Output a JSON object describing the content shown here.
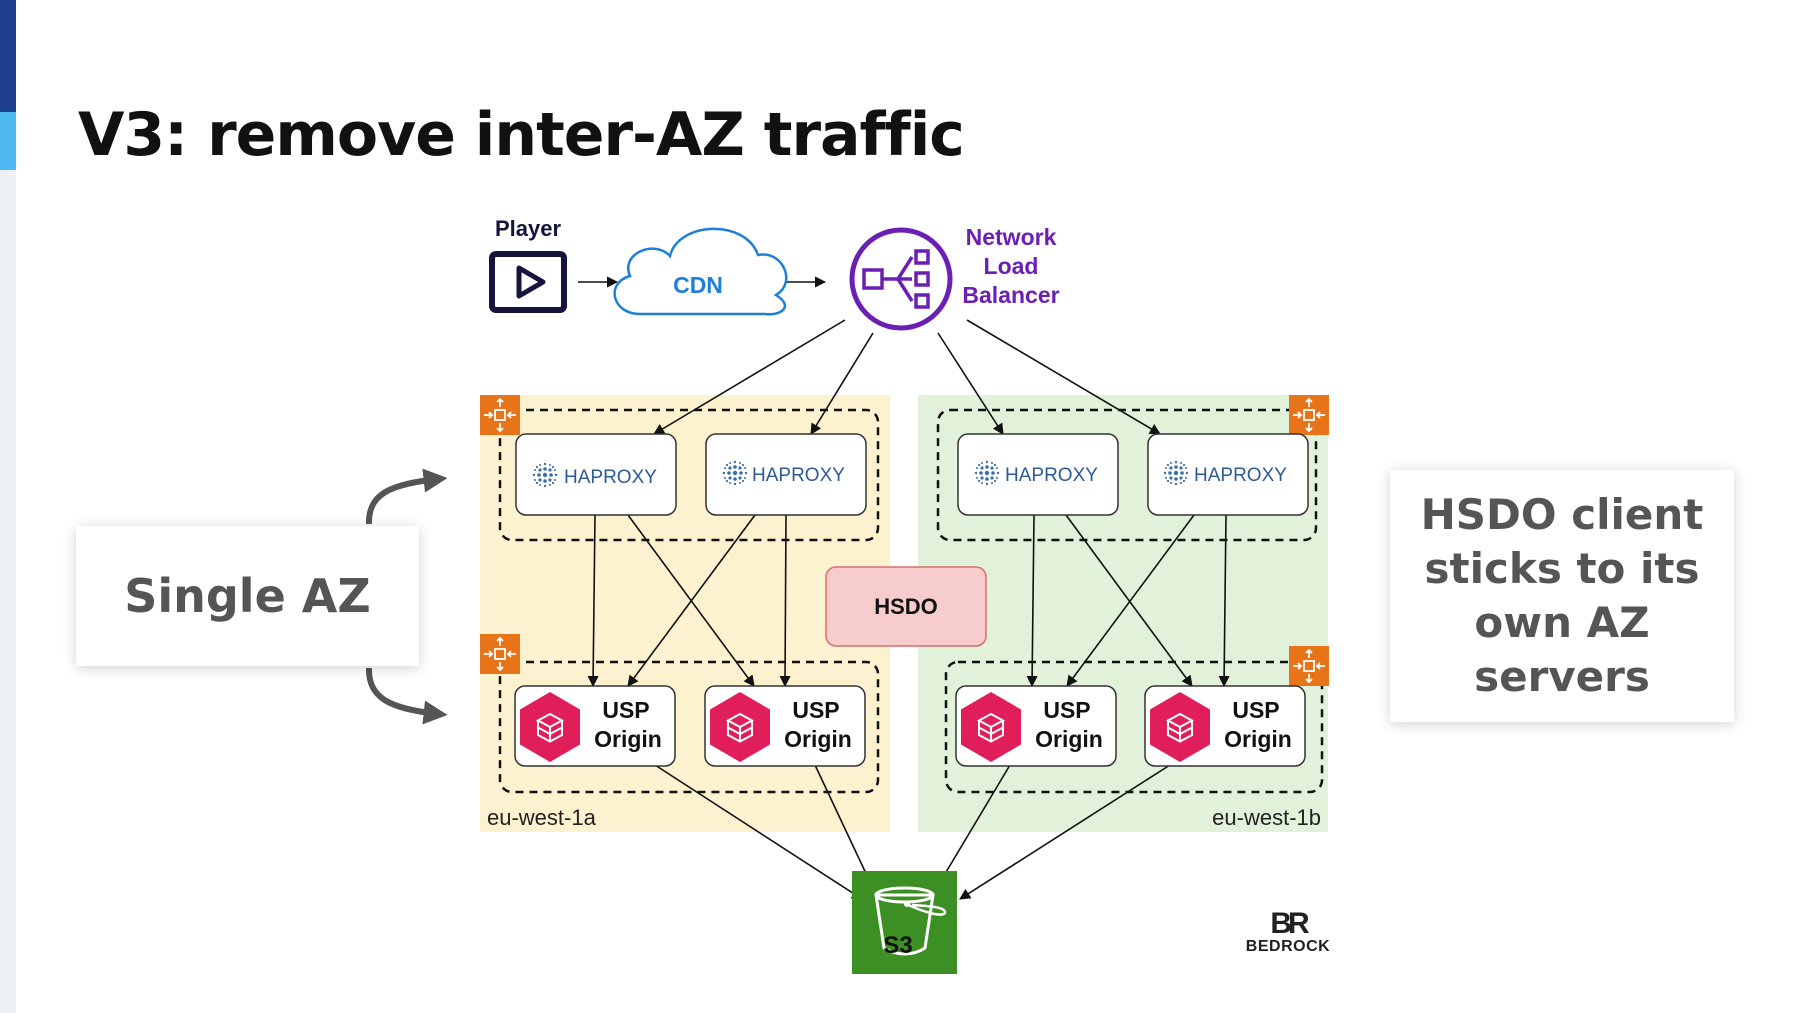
{
  "slide": {
    "title": "V3: remove inter-AZ traffic"
  },
  "callouts": {
    "left": "Single AZ",
    "right": "HSDO client sticks to its own AZ servers"
  },
  "diagram": {
    "player_label": "Player",
    "cdn_label": "CDN",
    "nlb_label": [
      "Network",
      "Load",
      "Balancer"
    ],
    "haproxy_label": "HAPROXY",
    "usp_label": [
      "USP",
      "Origin"
    ],
    "hsdo_label": "HSDO",
    "s3_label": "S3",
    "zone_a_label": "eu-west-1a",
    "zone_b_label": "eu-west-1b"
  },
  "brand": {
    "mark": "BR",
    "name": "BEDROCK"
  },
  "colors": {
    "accent_dark": "#1d3f8c",
    "accent_light": "#4db7f0",
    "zone_a": "#fdf2d0",
    "zone_b": "#e1f1da",
    "nlb": "#6b1fb5",
    "cdn": "#1e7fd8",
    "player": "#14143c",
    "usp": "#e01e5a",
    "s3": "#3c8f22",
    "hsdo_fill": "#f6cccc",
    "scaling_icon": "#e8741a"
  },
  "icons": [
    "play-icon",
    "cloud-icon",
    "load-balancer-icon",
    "haproxy-icon",
    "usp-cube-icon",
    "s3-bucket-icon",
    "auto-scaling-icon",
    "curved-arrow-icon"
  ]
}
